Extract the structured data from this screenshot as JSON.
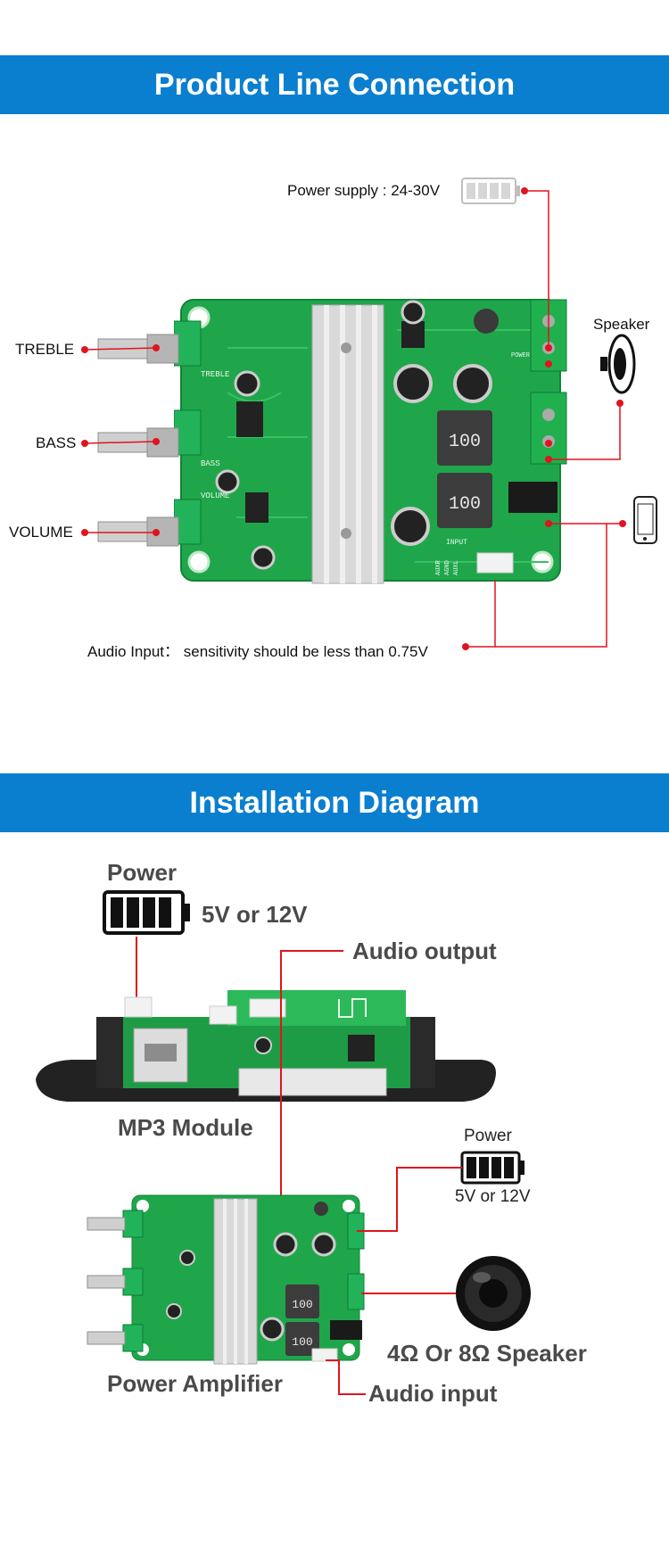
{
  "section1": {
    "title": "Product Line Connection",
    "labels": {
      "power_supply": "Power supply : 24-30V",
      "speaker": "Speaker",
      "treble": "TREBLE",
      "bass": "BASS",
      "volume": "VOLUME",
      "audio_input": "Audio Input： sensitivity should be less than 0.75V"
    },
    "silkscreen": {
      "treble": "TREBLE",
      "bass": "BASS",
      "volume": "VOLUME",
      "inductor_1": "100",
      "inductor_2": "100",
      "input": "INPUT",
      "power": "POWER",
      "auxr": "AUXR",
      "agnd": "AGND",
      "auxl": "AUXL"
    }
  },
  "section2": {
    "title": "Installation Diagram",
    "labels": {
      "power_top": "Power",
      "power_top_voltage": "5V or 12V",
      "audio_output": "Audio output",
      "mp3_module": "MP3 Module",
      "power_right": "Power",
      "power_right_voltage": "5V or 12V",
      "speaker": "4Ω Or 8Ω Speaker",
      "power_amplifier": "Power Amplifier",
      "audio_input": "Audio input"
    },
    "silkscreen": {
      "inductor_1": "100",
      "inductor_2": "100"
    }
  },
  "colors": {
    "banner": "#0a7fd0",
    "pcb": "#1fa64a",
    "wire": "#e0141e",
    "label_gray": "#4a4a4a"
  }
}
